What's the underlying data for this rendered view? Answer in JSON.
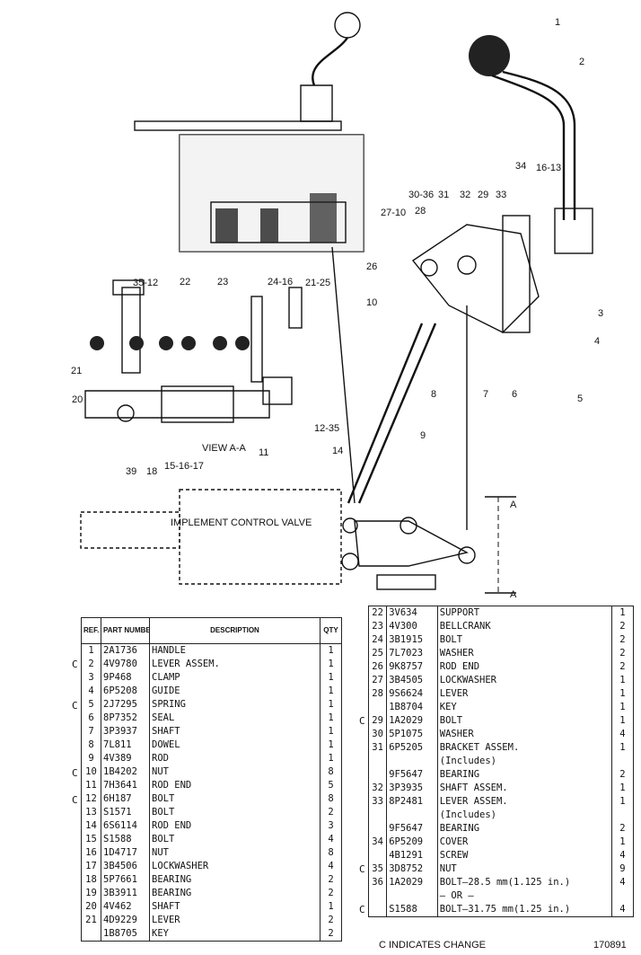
{
  "diagram": {
    "view_label": "VIEW A-A",
    "valve_label": "IMPLEMENT CONTROL VALVE",
    "section_marks": [
      "A",
      "A"
    ],
    "callouts": [
      "1",
      "2",
      "3",
      "4",
      "5",
      "6",
      "7",
      "8",
      "9",
      "10",
      "11",
      "12-35",
      "14",
      "15-16-17",
      "16-13",
      "18",
      "20",
      "21",
      "21-25",
      "22",
      "23",
      "24-16",
      "26",
      "27-10",
      "28",
      "29",
      "30-36",
      "31",
      "32",
      "33",
      "34",
      "35-12",
      "39"
    ]
  },
  "parts_left": {
    "headers": [
      "REF. NO.",
      "PART NUMBER",
      "DESCRIPTION",
      "QTY"
    ],
    "rows": [
      {
        "c": "",
        "ref": "1",
        "part": "2A1736",
        "desc": "HANDLE",
        "qty": "1"
      },
      {
        "c": "C",
        "ref": "2",
        "part": "4V9780",
        "desc": "LEVER ASSEM.",
        "qty": "1"
      },
      {
        "c": "",
        "ref": "3",
        "part": "9P468",
        "desc": "CLAMP",
        "qty": "1"
      },
      {
        "c": "",
        "ref": "4",
        "part": "6P5208",
        "desc": "GUIDE",
        "qty": "1"
      },
      {
        "c": "C",
        "ref": "5",
        "part": "2J7295",
        "desc": "SPRING",
        "qty": "1"
      },
      {
        "c": "",
        "ref": "6",
        "part": "8P7352",
        "desc": "SEAL",
        "qty": "1"
      },
      {
        "c": "",
        "ref": "7",
        "part": "3P3937",
        "desc": "SHAFT",
        "qty": "1"
      },
      {
        "c": "",
        "ref": "8",
        "part": "7L811",
        "desc": "DOWEL",
        "qty": "1"
      },
      {
        "c": "",
        "ref": "9",
        "part": "4V389",
        "desc": "ROD",
        "qty": "1"
      },
      {
        "c": "C",
        "ref": "10",
        "part": "1B4202",
        "desc": "NUT",
        "qty": "8"
      },
      {
        "c": "",
        "ref": "11",
        "part": "7H3641",
        "desc": "ROD END",
        "qty": "5"
      },
      {
        "c": "C",
        "ref": "12",
        "part": "6H187",
        "desc": "BOLT",
        "qty": "8"
      },
      {
        "c": "",
        "ref": "13",
        "part": "S1571",
        "desc": "BOLT",
        "qty": "2"
      },
      {
        "c": "",
        "ref": "14",
        "part": "6S6114",
        "desc": "ROD END",
        "qty": "3"
      },
      {
        "c": "",
        "ref": "15",
        "part": "S1588",
        "desc": "BOLT",
        "qty": "4"
      },
      {
        "c": "",
        "ref": "16",
        "part": "1D4717",
        "desc": "NUT",
        "qty": "8"
      },
      {
        "c": "",
        "ref": "17",
        "part": "3B4506",
        "desc": "LOCKWASHER",
        "qty": "4"
      },
      {
        "c": "",
        "ref": "18",
        "part": "5P7661",
        "desc": "BEARING",
        "qty": "2"
      },
      {
        "c": "",
        "ref": "19",
        "part": "3B3911",
        "desc": "BEARING",
        "qty": "2"
      },
      {
        "c": "",
        "ref": "20",
        "part": "4V462",
        "desc": "SHAFT",
        "qty": "1"
      },
      {
        "c": "",
        "ref": "21",
        "part": "4D9229",
        "desc": "LEVER",
        "qty": "2"
      },
      {
        "c": "",
        "ref": "",
        "part": "1B8705",
        "desc": "KEY",
        "qty": "2"
      }
    ]
  },
  "parts_right": {
    "rows": [
      {
        "c": "",
        "ref": "22",
        "part": "3V634",
        "desc": "SUPPORT",
        "qty": "1"
      },
      {
        "c": "",
        "ref": "23",
        "part": "4V300",
        "desc": "BELLCRANK",
        "qty": "2"
      },
      {
        "c": "",
        "ref": "24",
        "part": "3B1915",
        "desc": "BOLT",
        "qty": "2"
      },
      {
        "c": "",
        "ref": "25",
        "part": "7L7023",
        "desc": "WASHER",
        "qty": "2"
      },
      {
        "c": "",
        "ref": "26",
        "part": "9K8757",
        "desc": "ROD END",
        "qty": "2"
      },
      {
        "c": "",
        "ref": "27",
        "part": "3B4505",
        "desc": "LOCKWASHER",
        "qty": "1"
      },
      {
        "c": "",
        "ref": "28",
        "part": "9S6624",
        "desc": "LEVER",
        "qty": "1"
      },
      {
        "c": "",
        "ref": "",
        "part": "1B8704",
        "desc": "KEY",
        "qty": "1"
      },
      {
        "c": "C",
        "ref": "29",
        "part": "1A2029",
        "desc": "BOLT",
        "qty": "1"
      },
      {
        "c": "",
        "ref": "30",
        "part": "5P1075",
        "desc": "WASHER",
        "qty": "4"
      },
      {
        "c": "",
        "ref": "31",
        "part": "6P5205",
        "desc": "BRACKET ASSEM.",
        "qty": "1"
      },
      {
        "c": "",
        "ref": "",
        "part": "",
        "desc": "(Includes)",
        "qty": ""
      },
      {
        "c": "",
        "ref": "",
        "part": "9F5647",
        "desc": "BEARING",
        "qty": "2"
      },
      {
        "c": "",
        "ref": "32",
        "part": "3P3935",
        "desc": "SHAFT ASSEM.",
        "qty": "1"
      },
      {
        "c": "",
        "ref": "33",
        "part": "8P2481",
        "desc": "LEVER ASSEM.",
        "qty": "1"
      },
      {
        "c": "",
        "ref": "",
        "part": "",
        "desc": "(Includes)",
        "qty": ""
      },
      {
        "c": "",
        "ref": "",
        "part": "9F5647",
        "desc": "BEARING",
        "qty": "2"
      },
      {
        "c": "",
        "ref": "34",
        "part": "6P5209",
        "desc": "COVER",
        "qty": "1"
      },
      {
        "c": "",
        "ref": "",
        "part": "4B1291",
        "desc": "SCREW",
        "qty": "4"
      },
      {
        "c": "C",
        "ref": "35",
        "part": "3D8752",
        "desc": "NUT",
        "qty": "9"
      },
      {
        "c": "",
        "ref": "36",
        "part": "1A2029",
        "desc": "BOLT–28.5 mm(1.125 in.)",
        "qty": "4"
      },
      {
        "c": "",
        "ref": "",
        "part": "",
        "desc": "– OR –",
        "qty": ""
      },
      {
        "c": "C",
        "ref": "",
        "part": "S1588",
        "desc": "BOLT–31.75 mm(1.25 in.)",
        "qty": "4"
      }
    ]
  },
  "footer": {
    "change_note": "C  INDICATES CHANGE",
    "drawing_number": "170891"
  }
}
